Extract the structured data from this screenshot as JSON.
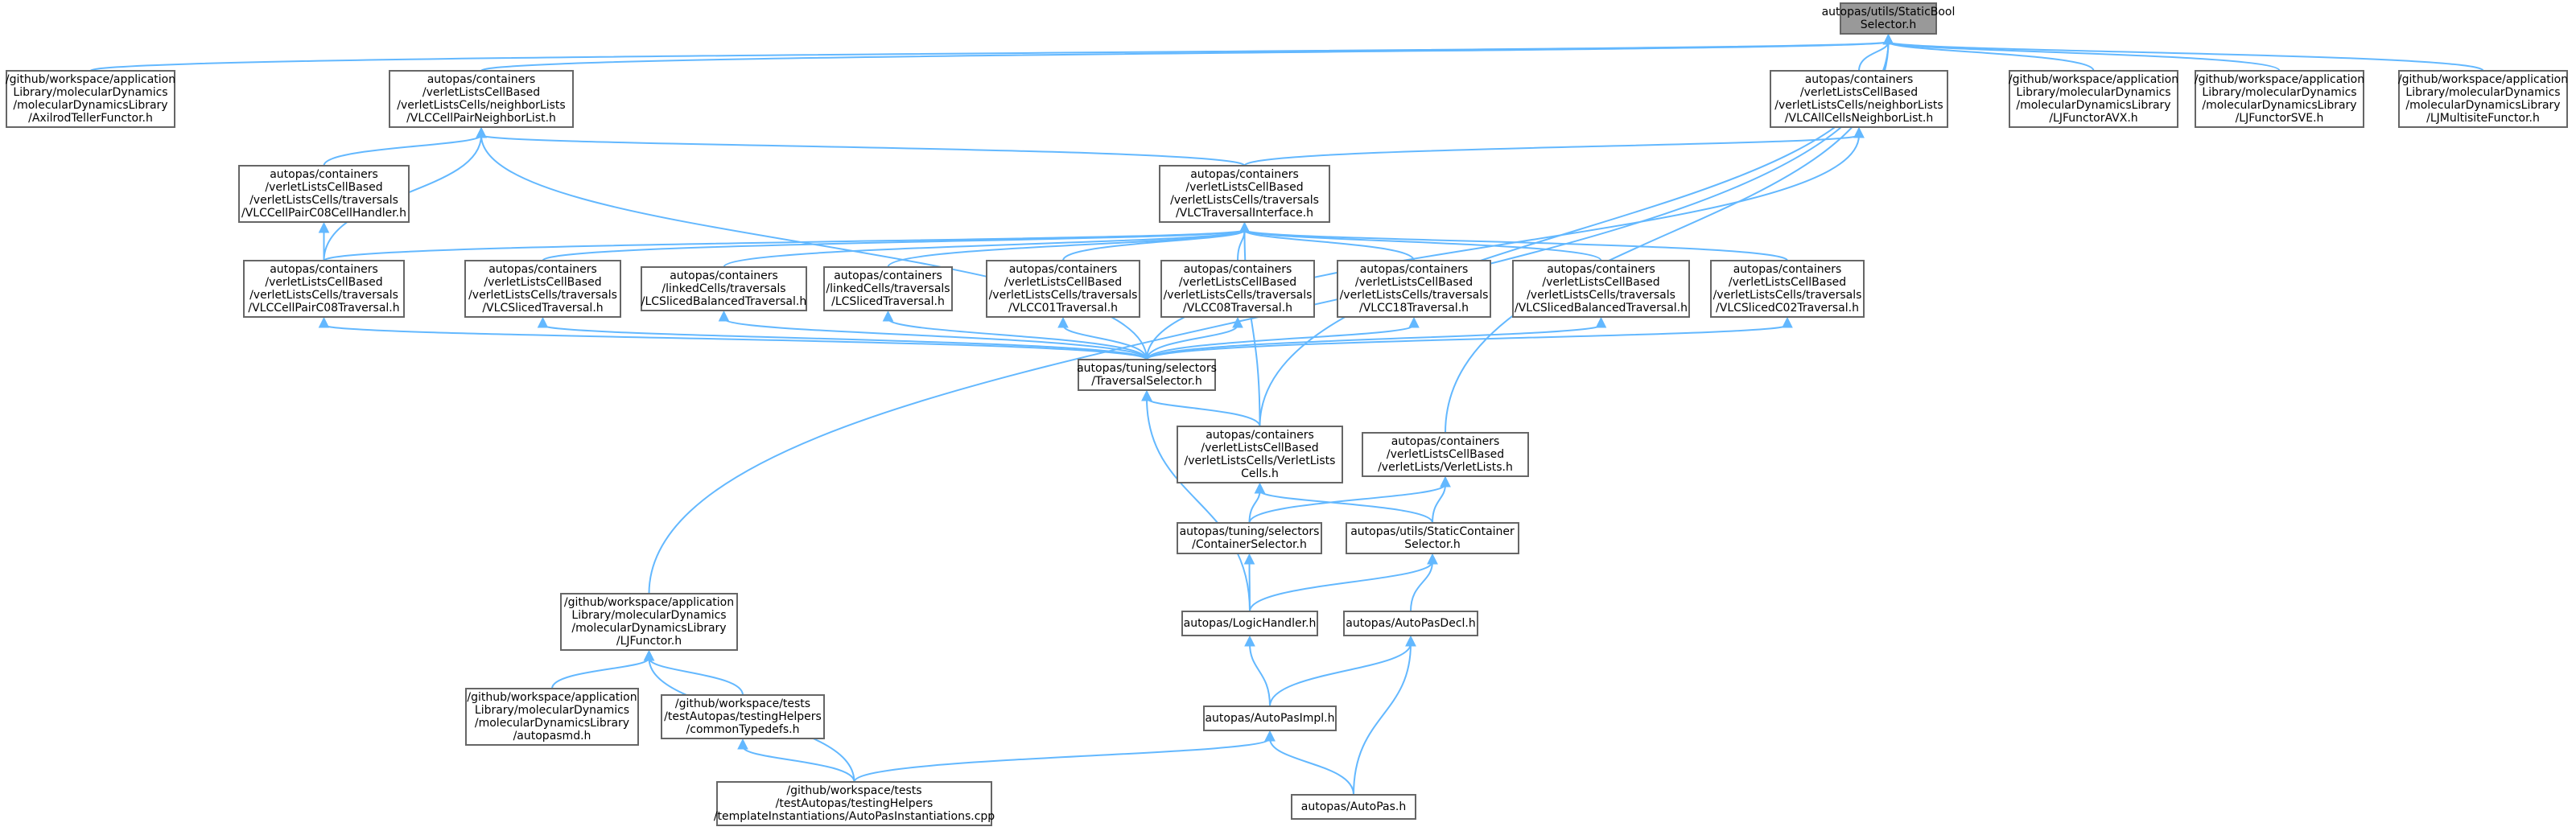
{
  "diagram": {
    "nodes": [
      {
        "id": "root",
        "lines": [
          "autopas/utils/StaticBool",
          "Selector.h"
        ],
        "root": true
      },
      {
        "id": "axilrod",
        "lines": [
          "/github/workspace/application",
          "Library/molecularDynamics",
          "/molecularDynamicsLibrary",
          "/AxilrodTellerFunctor.h"
        ]
      },
      {
        "id": "vlccellpair",
        "lines": [
          "autopas/containers",
          "/verletListsCellBased",
          "/verletListsCells/neighborLists",
          "/VLCCellPairNeighborList.h"
        ]
      },
      {
        "id": "vlcallcells",
        "lines": [
          "autopas/containers",
          "/verletListsCellBased",
          "/verletListsCells/neighborLists",
          "/VLCAllCellsNeighborList.h"
        ]
      },
      {
        "id": "ljavx",
        "lines": [
          "/github/workspace/application",
          "Library/molecularDynamics",
          "/molecularDynamicsLibrary",
          "/LJFunctorAVX.h"
        ]
      },
      {
        "id": "ljsve",
        "lines": [
          "/github/workspace/application",
          "Library/molecularDynamics",
          "/molecularDynamicsLibrary",
          "/LJFunctorSVE.h"
        ]
      },
      {
        "id": "ljmulti",
        "lines": [
          "/github/workspace/application",
          "Library/molecularDynamics",
          "/molecularDynamicsLibrary",
          "/LJMultisiteFunctor.h"
        ]
      },
      {
        "id": "c08handler",
        "lines": [
          "autopas/containers",
          "/verletListsCellBased",
          "/verletListsCells/traversals",
          "/VLCCellPairC08CellHandler.h"
        ]
      },
      {
        "id": "vlctraversal",
        "lines": [
          "autopas/containers",
          "/verletListsCellBased",
          "/verletListsCells/traversals",
          "/VLCTraversalInterface.h"
        ]
      },
      {
        "id": "c08trav",
        "lines": [
          "autopas/containers",
          "/verletListsCellBased",
          "/verletListsCells/traversals",
          "/VLCCellPairC08Traversal.h"
        ]
      },
      {
        "id": "pairsliced",
        "lines": [
          "autopas/containers",
          "/verletListsCellBased",
          "/verletListsCells/traversals",
          "/VLCSlicedTraversal.h"
        ]
      },
      {
        "id": "lcslicedbal",
        "lines": [
          "autopas/containers",
          "/linkedCells/traversals",
          "/LCSlicedBalancedTraversal.h"
        ]
      },
      {
        "id": "lcsliced",
        "lines": [
          "autopas/containers",
          "/linkedCells/traversals",
          "/LCSlicedTraversal.h"
        ]
      },
      {
        "id": "vlcc01",
        "lines": [
          "autopas/containers",
          "/verletListsCellBased",
          "/verletListsCells/traversals",
          "/VLCC01Traversal.h"
        ]
      },
      {
        "id": "vlcc08",
        "lines": [
          "autopas/containers",
          "/verletListsCellBased",
          "/verletListsCells/traversals",
          "/VLCC08Traversal.h"
        ]
      },
      {
        "id": "vlcc18",
        "lines": [
          "autopas/containers",
          "/verletListsCellBased",
          "/verletListsCells/traversals",
          "/VLCC18Traversal.h"
        ]
      },
      {
        "id": "vlcslicedbal",
        "lines": [
          "autopas/containers",
          "/verletListsCellBased",
          "/verletListsCells/traversals",
          "/VLCSlicedBalancedTraversal.h"
        ]
      },
      {
        "id": "vlcslicedc02",
        "lines": [
          "autopas/containers",
          "/verletListsCellBased",
          "/verletListsCells/traversals",
          "/VLCSlicedC02Traversal.h"
        ]
      },
      {
        "id": "travselector",
        "lines": [
          "autopas/tuning/selectors",
          "/TraversalSelector.h"
        ]
      },
      {
        "id": "vlcells",
        "lines": [
          "autopas/containers",
          "/verletListsCellBased",
          "/verletListsCells/VerletLists",
          "Cells.h"
        ]
      },
      {
        "id": "verletlists",
        "lines": [
          "autopas/containers",
          "/verletListsCellBased",
          "/verletLists/VerletLists.h"
        ]
      },
      {
        "id": "contselector",
        "lines": [
          "autopas/tuning/selectors",
          "/ContainerSelector.h"
        ]
      },
      {
        "id": "staticcont",
        "lines": [
          "autopas/utils/StaticContainer",
          "Selector.h"
        ]
      },
      {
        "id": "ljfunctor",
        "lines": [
          "/github/workspace/application",
          "Library/molecularDynamics",
          "/molecularDynamicsLibrary",
          "/LJFunctor.h"
        ]
      },
      {
        "id": "logic",
        "lines": [
          "autopas/LogicHandler.h"
        ]
      },
      {
        "id": "decl",
        "lines": [
          "autopas/AutoPasDecl.h"
        ]
      },
      {
        "id": "autopasmd",
        "lines": [
          "/github/workspace/application",
          "Library/molecularDynamics",
          "/molecularDynamicsLibrary",
          "/autopasmd.h"
        ]
      },
      {
        "id": "commontypes",
        "lines": [
          "/github/workspace/tests",
          "/testAutopas/testingHelpers",
          "/commonTypedefs.h"
        ]
      },
      {
        "id": "impl",
        "lines": [
          "autopas/AutoPasImpl.h"
        ]
      },
      {
        "id": "autopas",
        "lines": [
          "autopas/AutoPas.h"
        ]
      },
      {
        "id": "instantiations",
        "lines": [
          "/github/workspace/tests",
          "/testAutopas/testingHelpers",
          "/templateInstantiations/AutoPasInstantiations.cpp"
        ]
      }
    ],
    "edges": [
      [
        "root",
        "axilrod"
      ],
      [
        "root",
        "vlccellpair"
      ],
      [
        "root",
        "vlcallcells"
      ],
      [
        "root",
        "ljavx"
      ],
      [
        "root",
        "ljsve"
      ],
      [
        "root",
        "ljmulti"
      ],
      [
        "root",
        "ljfunctor"
      ],
      [
        "root",
        "verletlists"
      ],
      [
        "root",
        "vlcells"
      ],
      [
        "vlccellpair",
        "c08handler"
      ],
      [
        "vlccellpair",
        "c08trav"
      ],
      [
        "vlccellpair",
        "vlctraversal"
      ],
      [
        "vlccellpair",
        "travselector"
      ],
      [
        "vlcallcells",
        "vlctraversal"
      ],
      [
        "vlcallcells",
        "travselector"
      ],
      [
        "c08handler",
        "c08trav"
      ],
      [
        "vlctraversal",
        "c08trav"
      ],
      [
        "vlctraversal",
        "pairsliced"
      ],
      [
        "vlctraversal",
        "lcslicedbal"
      ],
      [
        "vlctraversal",
        "lcsliced"
      ],
      [
        "vlctraversal",
        "vlcc01"
      ],
      [
        "vlctraversal",
        "vlcc08"
      ],
      [
        "vlctraversal",
        "vlcc18"
      ],
      [
        "vlctraversal",
        "vlcslicedbal"
      ],
      [
        "vlctraversal",
        "vlcslicedc02"
      ],
      [
        "vlctraversal",
        "vlcells"
      ],
      [
        "c08trav",
        "travselector"
      ],
      [
        "pairsliced",
        "travselector"
      ],
      [
        "lcslicedbal",
        "travselector"
      ],
      [
        "lcsliced",
        "travselector"
      ],
      [
        "vlcc01",
        "travselector"
      ],
      [
        "vlcc08",
        "travselector"
      ],
      [
        "vlcc18",
        "travselector"
      ],
      [
        "vlcslicedbal",
        "travselector"
      ],
      [
        "vlcslicedc02",
        "travselector"
      ],
      [
        "travselector",
        "vlcells"
      ],
      [
        "travselector",
        "logic"
      ],
      [
        "vlcells",
        "contselector"
      ],
      [
        "vlcells",
        "staticcont"
      ],
      [
        "verletlists",
        "contselector"
      ],
      [
        "verletlists",
        "staticcont"
      ],
      [
        "contselector",
        "logic"
      ],
      [
        "staticcont",
        "logic"
      ],
      [
        "staticcont",
        "decl"
      ],
      [
        "logic",
        "impl"
      ],
      [
        "decl",
        "impl"
      ],
      [
        "decl",
        "autopas"
      ],
      [
        "impl",
        "autopas"
      ],
      [
        "impl",
        "instantiations"
      ],
      [
        "ljfunctor",
        "autopasmd"
      ],
      [
        "ljfunctor",
        "commontypes"
      ],
      [
        "ljfunctor",
        "instantiations"
      ],
      [
        "commontypes",
        "instantiations"
      ]
    ]
  },
  "colors": {
    "edge": "#63b8ff",
    "node_border": "#666666",
    "root_fill": "#999999",
    "node_fill": "#ffffff"
  }
}
